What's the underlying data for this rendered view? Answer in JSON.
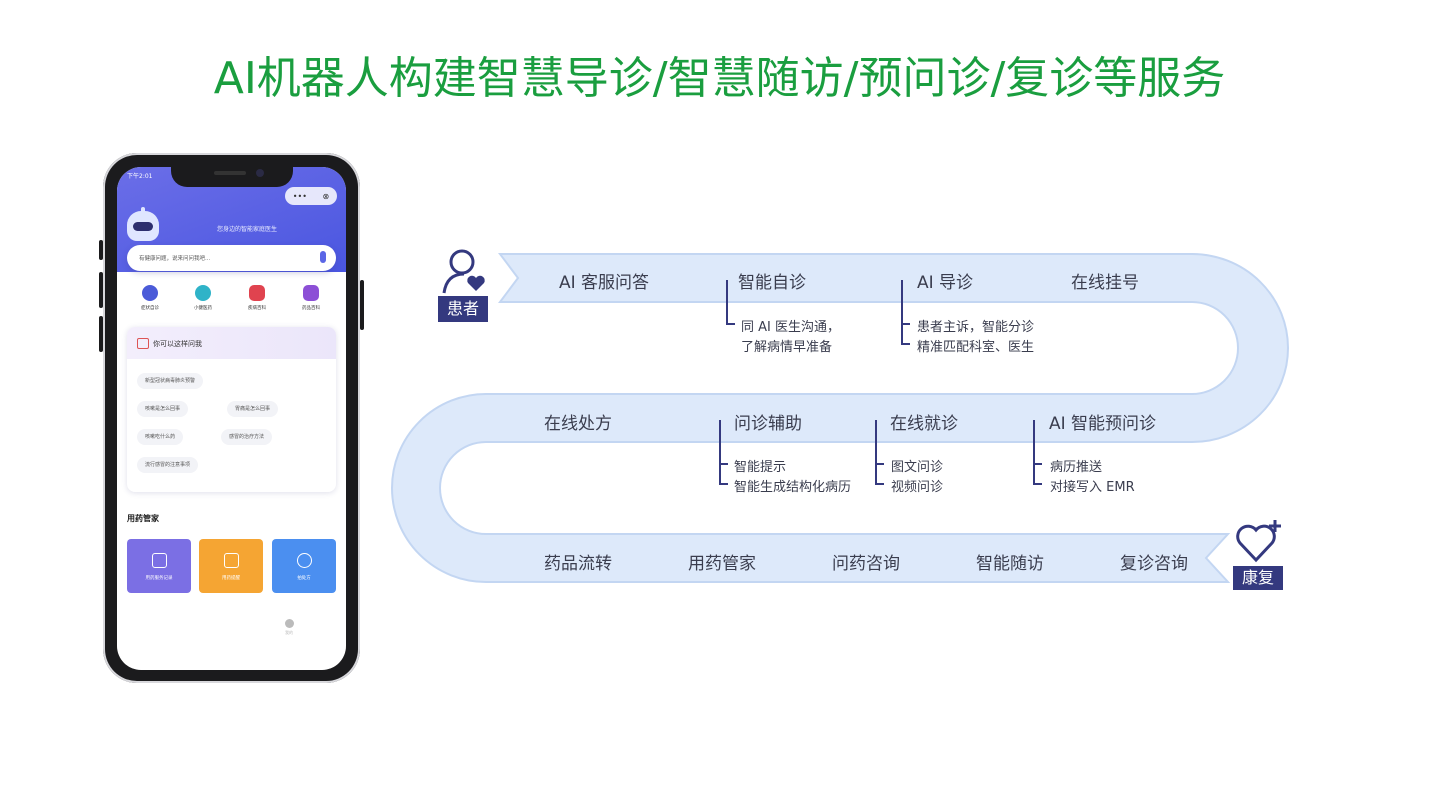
{
  "title": "AI机器人构建智慧导诊/智慧随访/预问诊/复诊等服务",
  "phone": {
    "status_time": "下午2:01",
    "capsule_dots": "•••",
    "capsule_close": "⊗",
    "greeting": "您身边的智能家庭医生",
    "search_placeholder": "有健康问题，说来问问我吧...",
    "quick_items": [
      {
        "label": "症状自诊",
        "color": "#4b5bd8"
      },
      {
        "label": "小健医药",
        "color": "#2fb3c8"
      },
      {
        "label": "疾病百科",
        "color": "#e0434f"
      },
      {
        "label": "药品百科",
        "color": "#8c4fd6"
      }
    ],
    "card_title": "你可以这样问我",
    "chips": [
      "新型冠状病毒肺炎预警",
      "咳嗽是怎么回事",
      "胃痛是怎么回事",
      "咳嗽吃什么药",
      "感冒的治疗方法",
      "流行感冒的注意事项"
    ],
    "section_title": "用药管家",
    "tiles": [
      {
        "label": "用药服务记录",
        "color": "#7b6fe4"
      },
      {
        "label": "用药提醒",
        "color": "#f5a533"
      },
      {
        "label": "拍处方",
        "color": "#4b8ff0"
      }
    ],
    "tab_me": "我的"
  },
  "flow": {
    "start_label": "患者",
    "end_label": "康复",
    "row1": [
      "AI 客服问答",
      "智能自诊",
      "AI 导诊",
      "在线挂号"
    ],
    "row1_subs": {
      "self_diagnosis": [
        "同 AI 医生沟通，",
        "了解病情早准备"
      ],
      "ai_triage": [
        "患者主诉，智能分诊",
        "精准匹配科室、医生"
      ]
    },
    "row2": [
      "在线处方",
      "问诊辅助",
      "在线就诊",
      "AI 智能预问诊"
    ],
    "row2_subs": {
      "consult_assist": [
        "智能提示",
        "智能生成结构化病历"
      ],
      "online_visit": [
        "图文问诊",
        "视频问诊"
      ],
      "pre_consult": [
        "病历推送",
        "对接写入 EMR"
      ]
    },
    "row3": [
      "药品流转",
      "用药管家",
      "问药咨询",
      "智能随访",
      "复诊咨询"
    ],
    "band_color": "#dde9fa",
    "tag_color": "#34397f"
  }
}
